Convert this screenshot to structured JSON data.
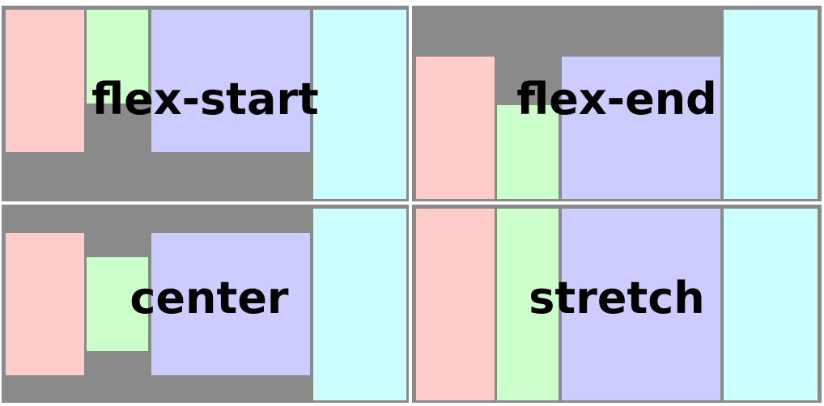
{
  "colors": {
    "background": "#8a8a8a",
    "item_1": "#ffcccc",
    "item_2": "#ccffcc",
    "item_3": "#ccccff",
    "item_4": "#ccffff",
    "text": "#000000"
  },
  "panels": [
    {
      "label": "flex-start"
    },
    {
      "label": "flex-end"
    },
    {
      "label": "center"
    },
    {
      "label": "stretch"
    }
  ]
}
